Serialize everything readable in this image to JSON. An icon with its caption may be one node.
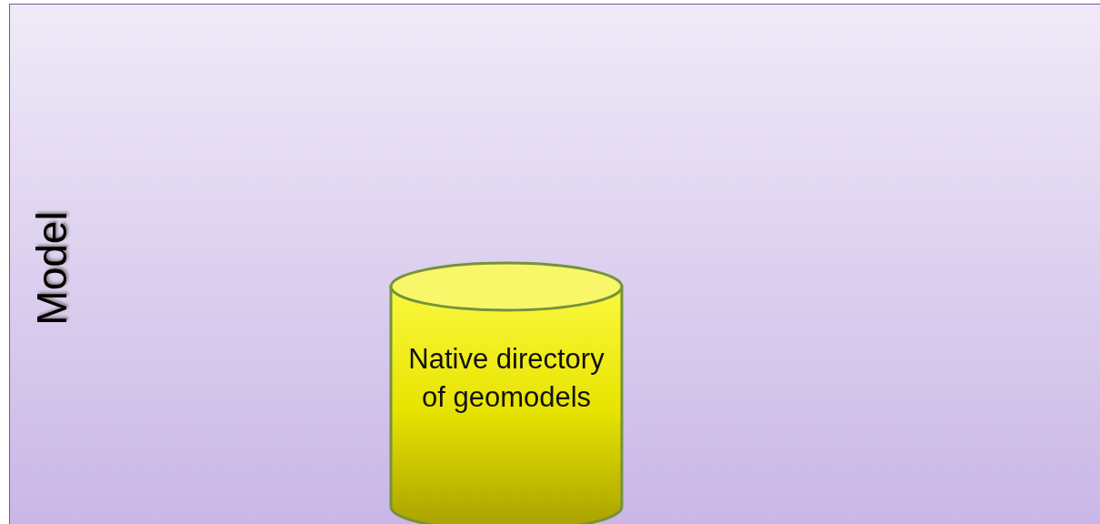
{
  "diagram": {
    "nodes": [
      {
        "text": [
          "Model"
        ]
      },
      {
        "text": [
          "Native directory of geomodels"
        ],
        "in": 0
      }
    ]
  }
}
